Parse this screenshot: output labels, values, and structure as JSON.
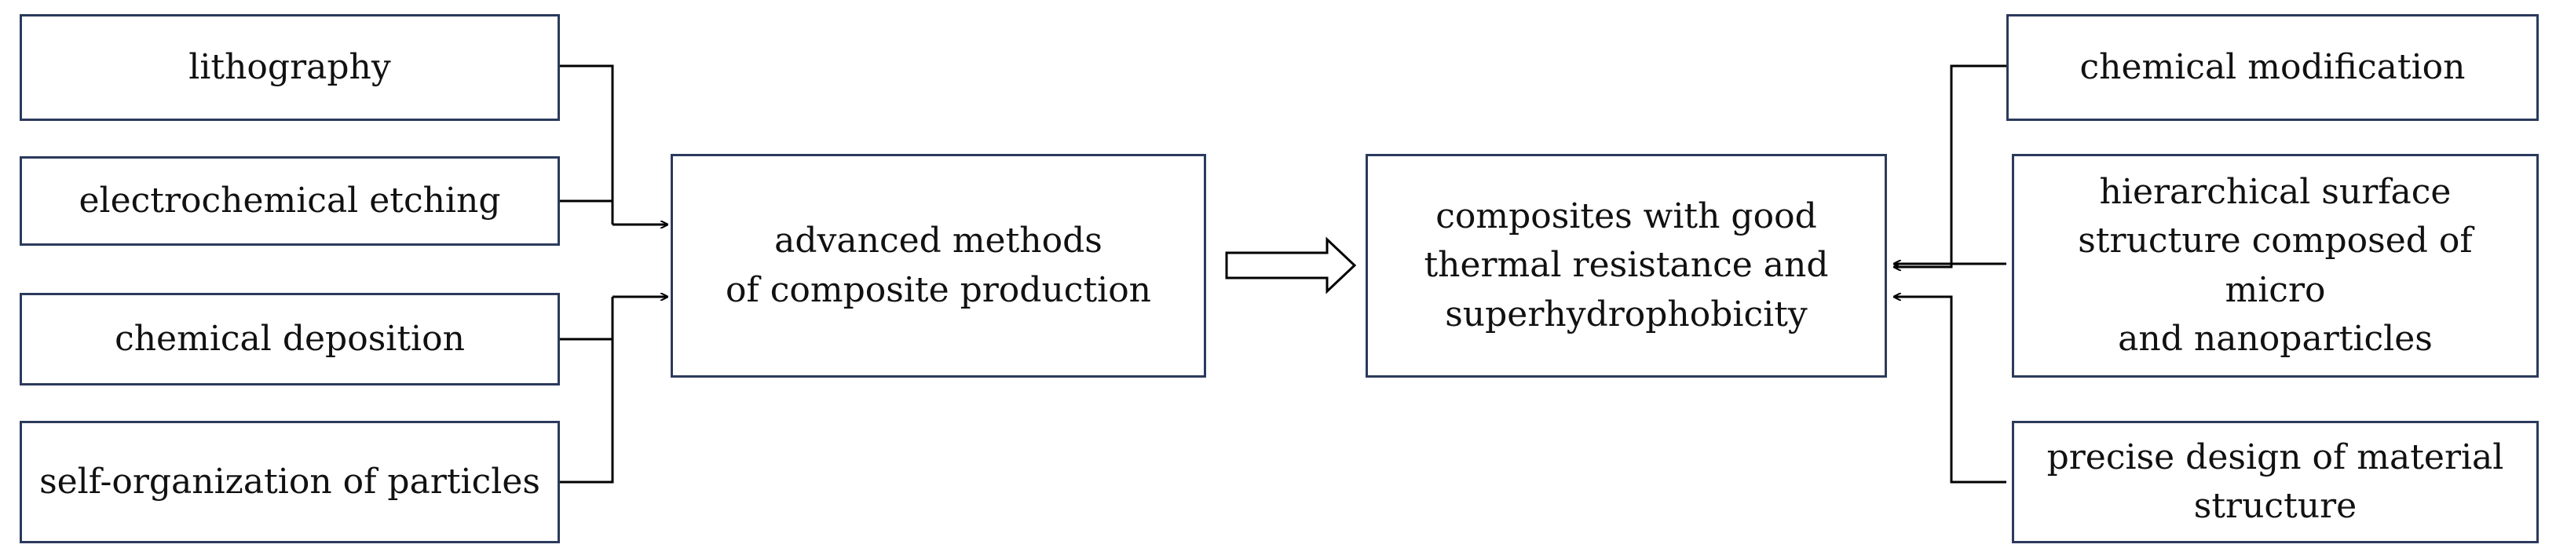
{
  "inputs": {
    "lithography": "lithography",
    "electrochemical_etching": "electrochemical etching",
    "chemical_deposition": "chemical deposition",
    "self_organization": "self-organization of particles"
  },
  "center_left": {
    "line1": "advanced methods",
    "line2": "of composite production"
  },
  "center_right": {
    "line1": "composites with good",
    "line2": "thermal resistance and",
    "line3": "superhydrophobicity"
  },
  "factors": {
    "chemical_modification": "chemical modification",
    "hierarchical": {
      "line1": "hierarchical surface",
      "line2": "structure composed of micro",
      "line3": "and nanoparticles"
    },
    "precise_design": {
      "line1": "precise design of material",
      "line2": "structure"
    }
  },
  "colors": {
    "box_border": "#2b3a5c",
    "connector": "#000000"
  }
}
